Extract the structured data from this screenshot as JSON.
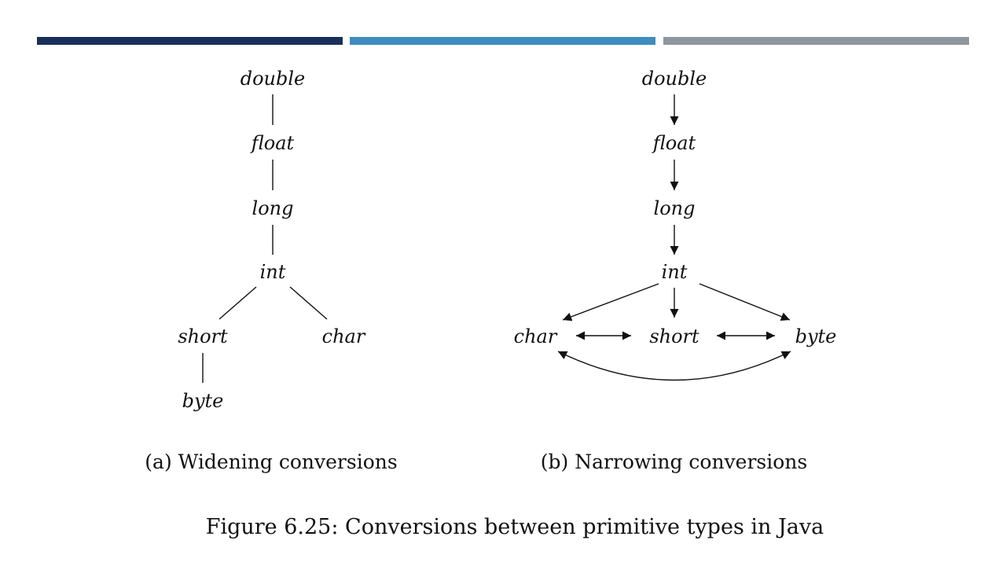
{
  "slide": {
    "accent_bars": [
      "#1a2f5a",
      "#3e8dbd",
      "#8f969e"
    ]
  },
  "diagram_a": {
    "nodes": {
      "double": "double",
      "float": "float",
      "long": "long",
      "int": "int",
      "short": "short",
      "char": "char",
      "byte": "byte"
    },
    "caption": "(a) Widening conversions"
  },
  "diagram_b": {
    "nodes": {
      "double": "double",
      "float": "float",
      "long": "long",
      "int": "int",
      "char": "char",
      "short": "short",
      "byte": "byte"
    },
    "caption": "(b) Narrowing conversions"
  },
  "figure_caption": "Figure 6.25: Conversions between primitive types in Java"
}
